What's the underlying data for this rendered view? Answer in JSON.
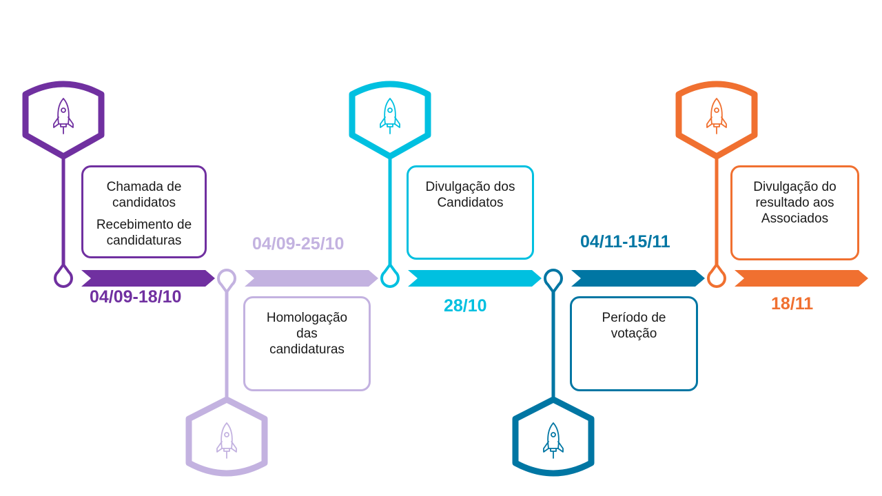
{
  "colors": {
    "purple": "#7030A0",
    "lavender": "#C3B2E0",
    "cyan": "#00C0E0",
    "teal": "#0076A3",
    "orange": "#F07030"
  },
  "milestones": [
    {
      "lines": [
        "Chamada de candidatos",
        "Recebimento de candidaturas"
      ],
      "date": "04/09-18/10",
      "color": "#7030A0",
      "icon": "rocket-icon",
      "position": "top"
    },
    {
      "lines": [
        "Homologação das candidaturas"
      ],
      "date": "04/09-25/10",
      "color": "#C3B2E0",
      "icon": "rocket-icon",
      "position": "bottom"
    },
    {
      "lines": [
        "Divulgação dos Candidatos"
      ],
      "date": "28/10",
      "color": "#00C0E0",
      "icon": "rocket-icon",
      "position": "top"
    },
    {
      "lines": [
        "Período de votação"
      ],
      "date": "04/11-15/11",
      "color": "#0076A3",
      "icon": "rocket-icon",
      "position": "bottom"
    },
    {
      "lines": [
        "Divulgação do resultado aos Associados"
      ],
      "date": "18/11",
      "color": "#F07030",
      "icon": "rocket-icon",
      "position": "top"
    }
  ]
}
